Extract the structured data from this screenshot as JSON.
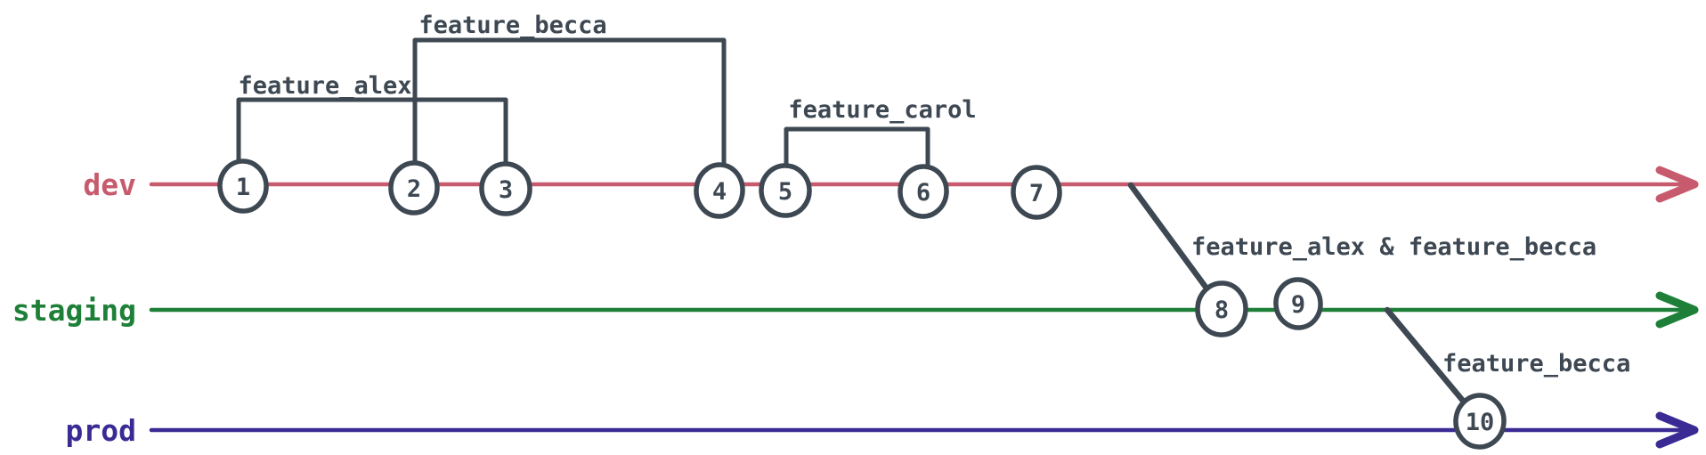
{
  "theme": {
    "ink": "#3e4852",
    "dev": "#c75b6d",
    "staging": "#1e8038",
    "prod": "#3a2b94",
    "bg": "#ffffff"
  },
  "diagram": {
    "type": "git-branch-timeline",
    "branches": [
      {
        "name": "dev",
        "color": "#c75b6d"
      },
      {
        "name": "staging",
        "color": "#1e8038"
      },
      {
        "name": "prod",
        "color": "#3a2b94"
      }
    ],
    "commits": [
      {
        "id": "1",
        "branch": "dev"
      },
      {
        "id": "2",
        "branch": "dev"
      },
      {
        "id": "3",
        "branch": "dev"
      },
      {
        "id": "4",
        "branch": "dev"
      },
      {
        "id": "5",
        "branch": "dev"
      },
      {
        "id": "6",
        "branch": "dev"
      },
      {
        "id": "7",
        "branch": "dev"
      },
      {
        "id": "8",
        "branch": "staging"
      },
      {
        "id": "9",
        "branch": "staging"
      },
      {
        "id": "10",
        "branch": "prod"
      }
    ],
    "feature_brackets": [
      {
        "label": "feature_alex",
        "from_commit": "1",
        "to_commit": "3"
      },
      {
        "label": "feature_becca",
        "from_commit": "2",
        "to_commit": "4"
      },
      {
        "label": "feature_carol",
        "from_commit": "5",
        "to_commit": "6"
      }
    ],
    "merges": [
      {
        "label": "feature_alex & feature_becca",
        "from_branch": "dev",
        "to_commit": "8"
      },
      {
        "label": "feature_becca",
        "from_branch": "staging",
        "to_commit": "10"
      }
    ]
  }
}
